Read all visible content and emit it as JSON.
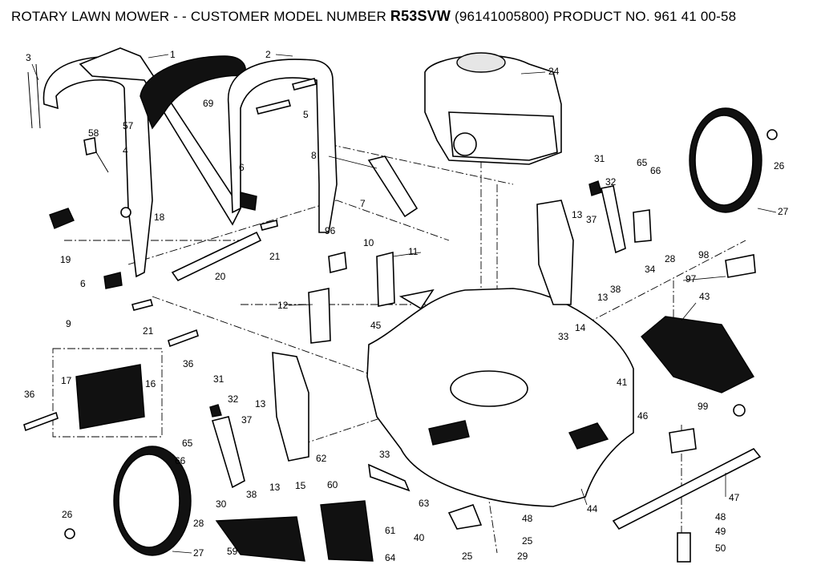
{
  "header": {
    "prefix": "ROTARY LAWN MOWER - - CUSTOMER MODEL NUMBER ",
    "model": "R53SVW",
    "suffix": " (96141005800) PRODUCT NO. 961 41 00-58"
  },
  "callouts": [
    "1",
    "2",
    "3",
    "4",
    "5",
    "6",
    "6",
    "7",
    "8",
    "9",
    "10",
    "11",
    "12",
    "13",
    "13",
    "13",
    "13",
    "14",
    "15",
    "16",
    "17",
    "18",
    "19",
    "20",
    "21",
    "21",
    "24",
    "25",
    "25",
    "26",
    "26",
    "27",
    "27",
    "28",
    "28",
    "29",
    "30",
    "31",
    "31",
    "32",
    "32",
    "33",
    "33",
    "34",
    "36",
    "36",
    "37",
    "37",
    "38",
    "38",
    "40",
    "41",
    "43",
    "44",
    "45",
    "46",
    "47",
    "48",
    "48",
    "49",
    "50",
    "57",
    "58",
    "59",
    "60",
    "61",
    "62",
    "63",
    "64",
    "65",
    "65",
    "66",
    "66",
    "69",
    "96",
    "97",
    "98",
    "99"
  ]
}
